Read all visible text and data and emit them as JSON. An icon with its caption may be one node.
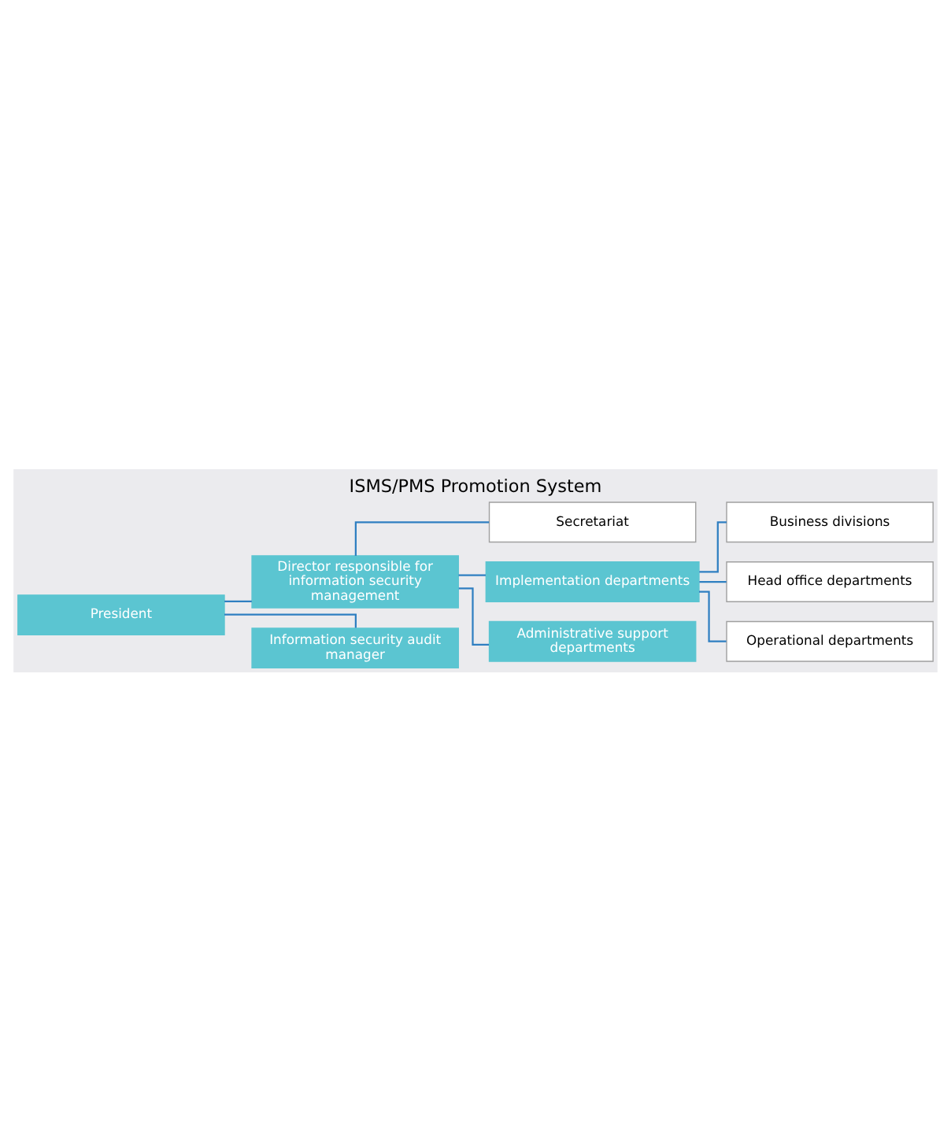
{
  "diagram": {
    "title": "ISMS/PMS Promotion System",
    "nodes": [
      {
        "text": [
          "President"
        ]
      },
      {
        "text": [
          "Director responsible for information security management"
        ]
      },
      {
        "text": [
          "Secretariat"
        ]
      },
      {
        "text": [
          "Implementation departments"
        ]
      },
      {
        "text": [
          "Business divisions"
        ]
      },
      {
        "text": [
          "Head office departments"
        ]
      },
      {
        "text": [
          "Operational departments"
        ]
      },
      {
        "text": [
          "Administrative support departments"
        ]
      },
      {
        "text": [
          "Information security audit manager"
        ]
      }
    ],
    "edges": [
      {
        "from": 0,
        "to": 1,
        "arrow": "none"
      },
      {
        "from": 1,
        "to": 2,
        "arrow": "none"
      },
      {
        "from": 1,
        "to": 3,
        "arrow": "none"
      },
      {
        "from": 3,
        "to": 4,
        "arrow": "none"
      },
      {
        "from": 3,
        "to": 5,
        "arrow": "none"
      },
      {
        "from": 3,
        "to": 6,
        "arrow": "none"
      },
      {
        "from": 1,
        "to": 7,
        "arrow": "none"
      },
      {
        "from": 0,
        "to": 8,
        "arrow": "none"
      }
    ]
  }
}
